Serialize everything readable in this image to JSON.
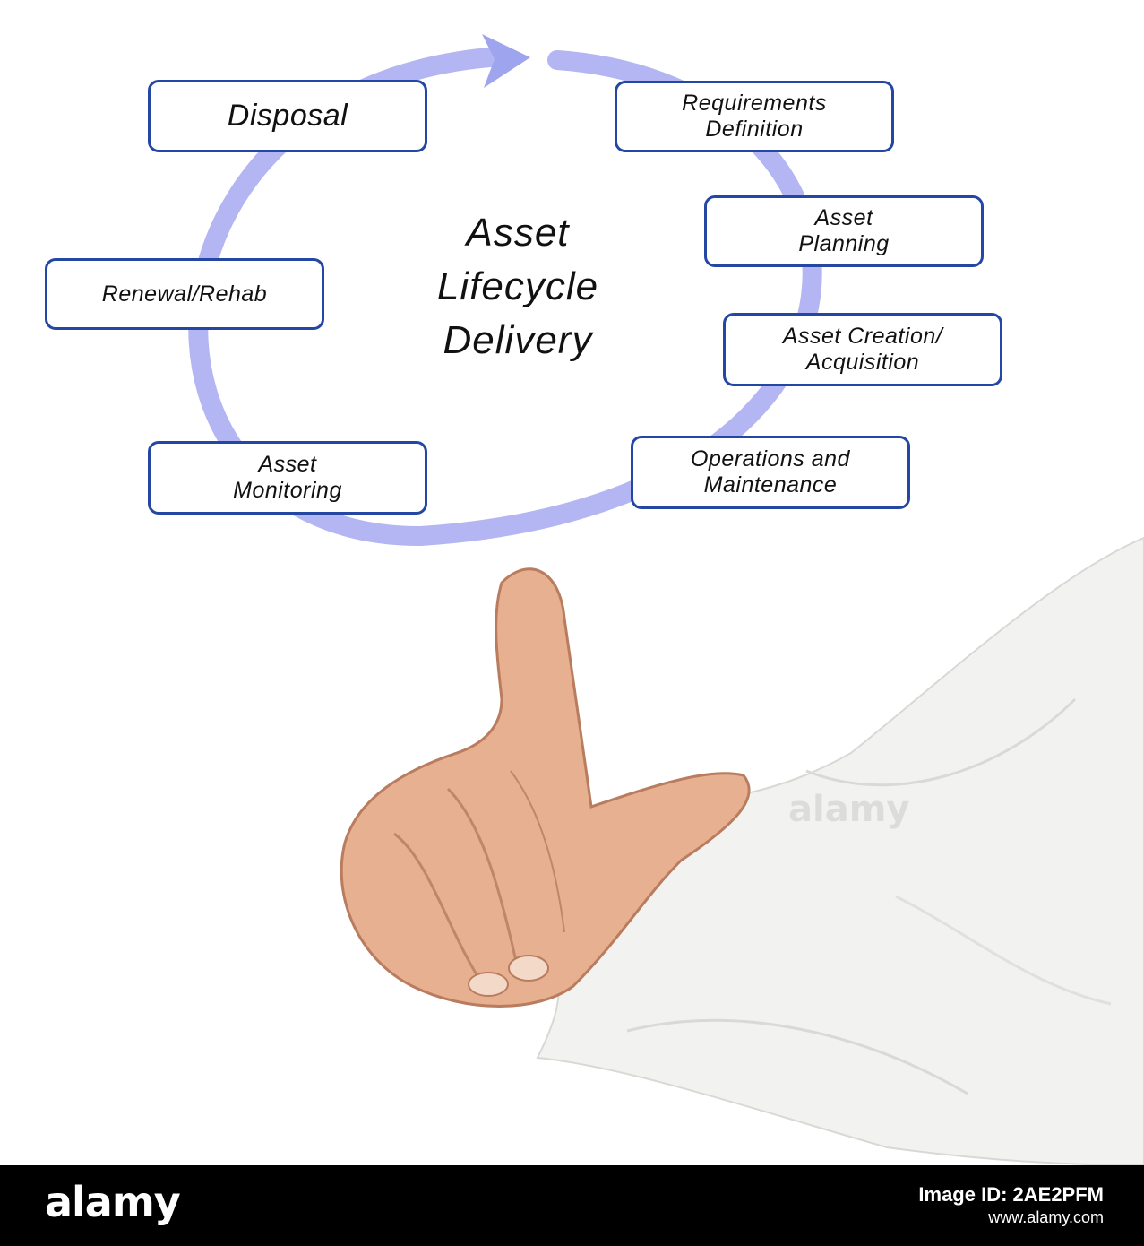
{
  "diagram": {
    "title": "Asset\nLifecycle\nDelivery",
    "stages": [
      "Requirements\nDefinition",
      "Asset\nPlanning",
      "Asset Creation/\nAcquisition",
      "Operations and\nMaintenance",
      "Asset\nMonitoring",
      "Renewal/Rehab",
      "Disposal"
    ]
  },
  "watermark": "alamy",
  "footer": {
    "logo": "alamy",
    "image_id": "Image ID: 2AE2PFM",
    "url": "www.alamy.com"
  },
  "colors": {
    "box_border": "#2347a3",
    "cycle_arrow": "#b3b6f2",
    "footer_bg": "#000000"
  }
}
